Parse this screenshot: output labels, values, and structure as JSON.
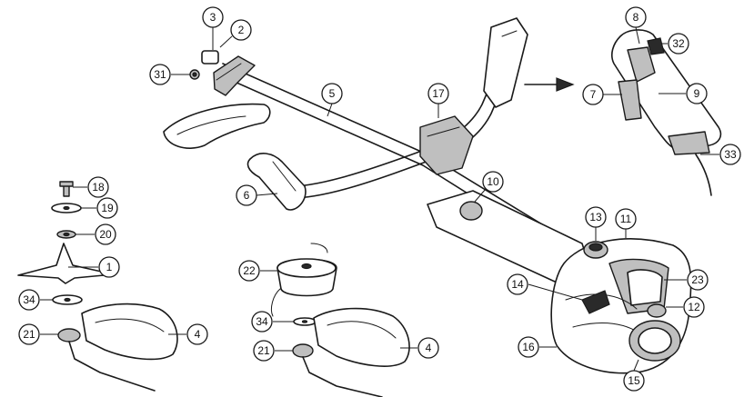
{
  "callouts": [
    {
      "id": "c1",
      "label": "1"
    },
    {
      "id": "c2",
      "label": "2"
    },
    {
      "id": "c3",
      "label": "3"
    },
    {
      "id": "c4a",
      "label": "4"
    },
    {
      "id": "c4b",
      "label": "4"
    },
    {
      "id": "c5",
      "label": "5"
    },
    {
      "id": "c6",
      "label": "6"
    },
    {
      "id": "c7",
      "label": "7"
    },
    {
      "id": "c8",
      "label": "8"
    },
    {
      "id": "c9",
      "label": "9"
    },
    {
      "id": "c10",
      "label": "10"
    },
    {
      "id": "c11",
      "label": "11"
    },
    {
      "id": "c12",
      "label": "12"
    },
    {
      "id": "c13",
      "label": "13"
    },
    {
      "id": "c14",
      "label": "14"
    },
    {
      "id": "c15",
      "label": "15"
    },
    {
      "id": "c16",
      "label": "16"
    },
    {
      "id": "c17",
      "label": "17"
    },
    {
      "id": "c18",
      "label": "18"
    },
    {
      "id": "c19",
      "label": "19"
    },
    {
      "id": "c20",
      "label": "20"
    },
    {
      "id": "c21a",
      "label": "21"
    },
    {
      "id": "c21b",
      "label": "21"
    },
    {
      "id": "c22",
      "label": "22"
    },
    {
      "id": "c23",
      "label": "23"
    },
    {
      "id": "c31",
      "label": "31"
    },
    {
      "id": "c32",
      "label": "32"
    },
    {
      "id": "c33",
      "label": "33"
    },
    {
      "id": "c34a",
      "label": "34"
    },
    {
      "id": "c34b",
      "label": "34"
    }
  ]
}
